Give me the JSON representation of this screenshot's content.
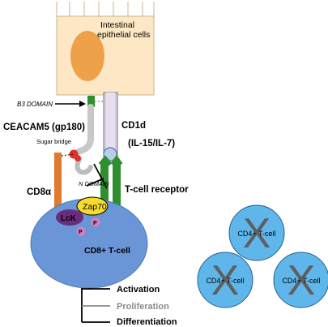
{
  "epithelium": {
    "label_line1": "Intestinal",
    "label_line2": "epithelial cells"
  },
  "labels": {
    "b3_domain": "B3 DOMAIN",
    "ceacam5": "CEACAM5 (gp180)",
    "cd1d": "CD1d",
    "il": "(IL-15/IL-7)",
    "sugar_bridge": "Sugar bridge",
    "n_domain": "N DOMAIN",
    "cd8a": "CD8α",
    "tcr": "T-cell receptor",
    "zap70": "Zap70",
    "lck": "LcK",
    "p": "P",
    "cd8_tcell": "CD8+ T-cell"
  },
  "outcomes": [
    {
      "label": "Activation",
      "color": "#000000"
    },
    {
      "label": "Proliferation",
      "color": "#8a8a8a"
    },
    {
      "label": "Differentiation",
      "color": "#000000"
    }
  ],
  "cd4_cells": [
    {
      "label": "CD4+ T-cell",
      "mark": "X"
    },
    {
      "label": "CD4+ T-cell",
      "mark": "X"
    },
    {
      "label": "CD4+ T-cell",
      "mark": "X"
    }
  ],
  "colors": {
    "epithelium_fill": "#fde7c4",
    "nucleus": "#efa14a",
    "cd1d_fill": "#d7cde3",
    "tcr_green": "#2f8f2f",
    "cd8_orange": "#e07a2e",
    "tcell_blue": "#6a95d6",
    "zap_yellow": "#f6dc2c",
    "lck_purple": "#6a2d7e",
    "p_pink": "#d580c0",
    "cd4_blue": "#5fb6ea",
    "sugar_red": "#e0302b"
  }
}
